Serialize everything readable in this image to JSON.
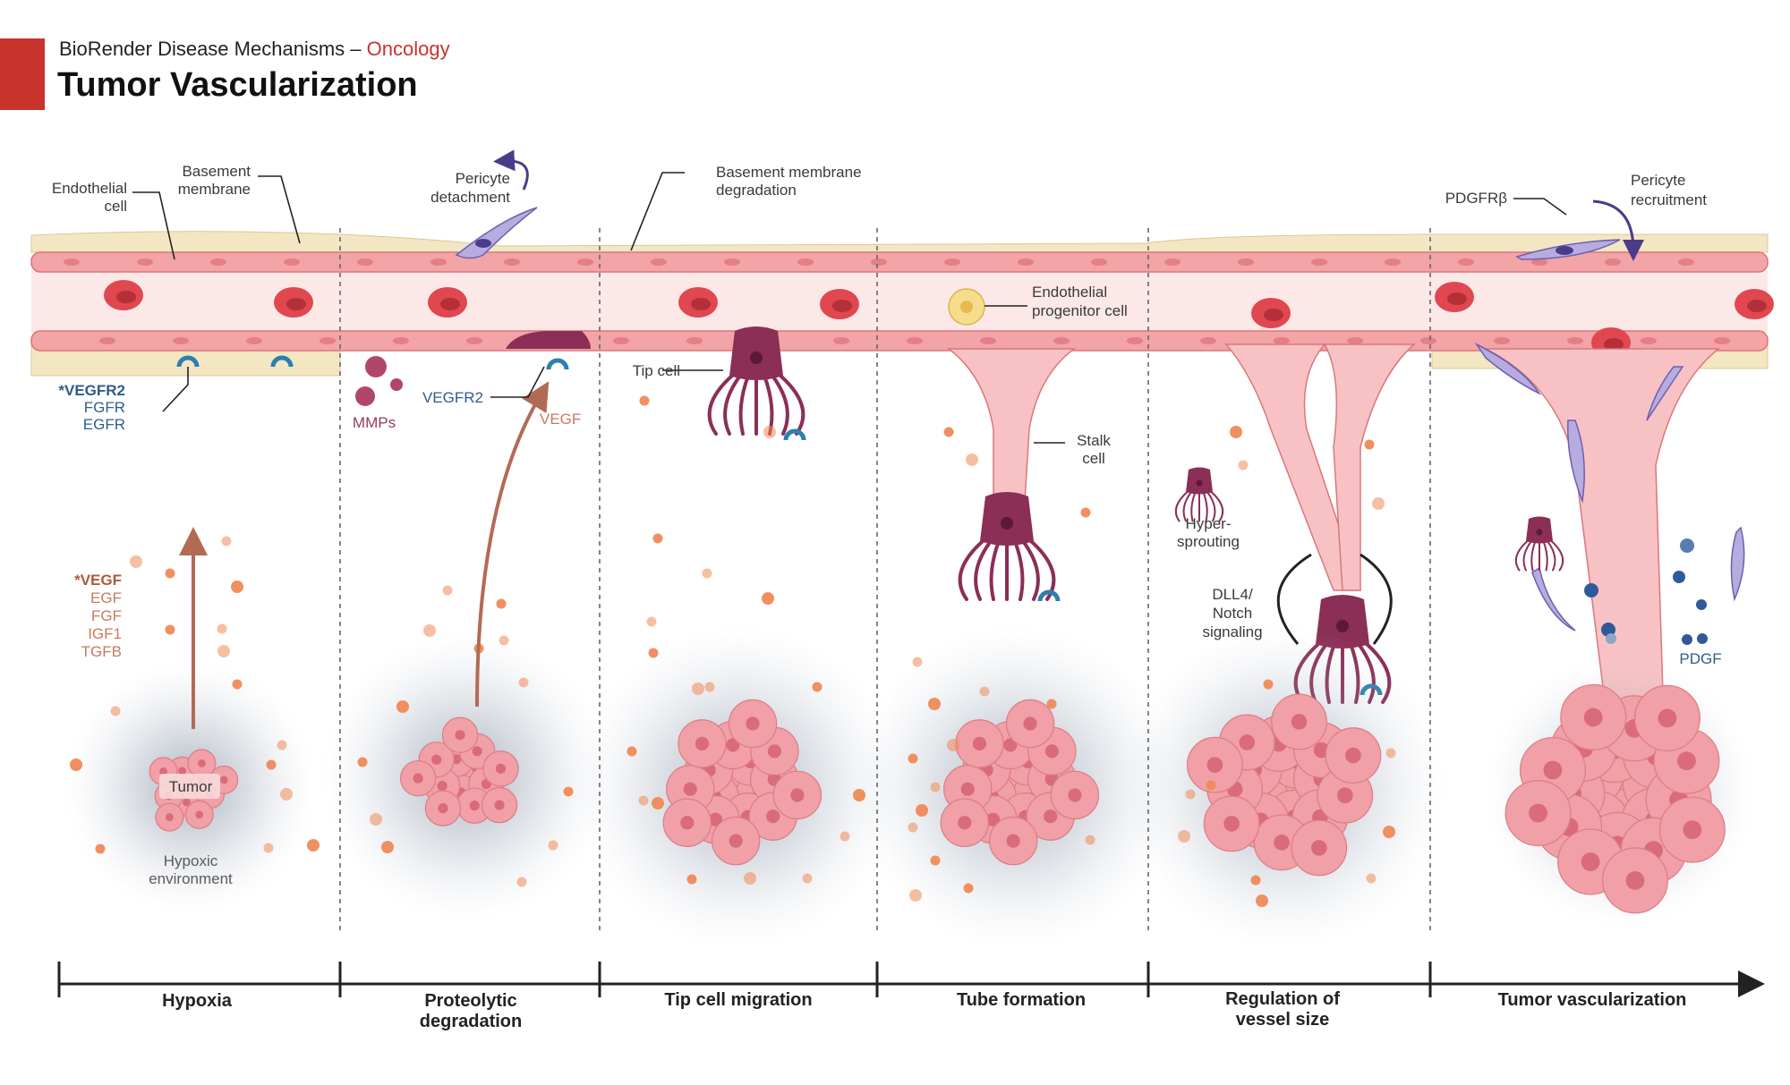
{
  "header": {
    "subtitle_prefix": "BioRender Disease Mechanisms –",
    "subtitle_accent": "Oncology",
    "title": "Tumor Vascularization",
    "accent_color": "#c8332b"
  },
  "labels": {
    "endothelial_cell": [
      "Endothelial",
      "cell"
    ],
    "basement_membrane": [
      "Basement",
      "membrane"
    ],
    "receptors": [
      "*VEGFR2",
      "FGFR",
      "EGFR"
    ],
    "factors": [
      "*VEGF",
      "EGF",
      "FGF",
      "IGF1",
      "TGFB"
    ],
    "tumor": "Tumor",
    "hypoxic": [
      "Hypoxic",
      "environment"
    ],
    "pericyte_detachment": [
      "Pericyte",
      "detachment"
    ],
    "mmps": "MMPs",
    "vegfr2": "VEGFR2",
    "vegf": "VEGF",
    "bm_degradation": [
      "Basement membrane",
      "degradation"
    ],
    "tip_cell": "Tip cell",
    "endothelial_progenitor": [
      "Endothelial",
      "progenitor cell"
    ],
    "stalk_cell": [
      "Stalk",
      "cell"
    ],
    "hyper_sprouting": [
      "Hyper-",
      "sprouting"
    ],
    "dll4_notch": [
      "DLL4/",
      "Notch",
      "signaling"
    ],
    "pdgfrb": "PDGFRβ",
    "pericyte_recruitment": [
      "Pericyte",
      "recruitment"
    ],
    "pdgf": "PDGF"
  },
  "stages": [
    [
      "Hypoxia"
    ],
    [
      "Proteolytic",
      "degradation"
    ],
    [
      "Tip cell migration"
    ],
    [
      "Tube formation"
    ],
    [
      "Regulation of",
      "vessel size"
    ],
    [
      "Tumor vascularization"
    ]
  ],
  "colors": {
    "endothelium": "#f2a4a6",
    "endothelium_stroke": "#d9777c",
    "lumen": "#fde8e8",
    "membrane": "#f3e6c3",
    "rbc": "#e0474f",
    "tip_cell": "#8b2f56",
    "receptor": "#2d7fb0",
    "vegf": "#ef8a57",
    "pericyte": "#9a8fd6",
    "tumor": "#f0a0a6",
    "pdgf": "#2f5a9a"
  }
}
